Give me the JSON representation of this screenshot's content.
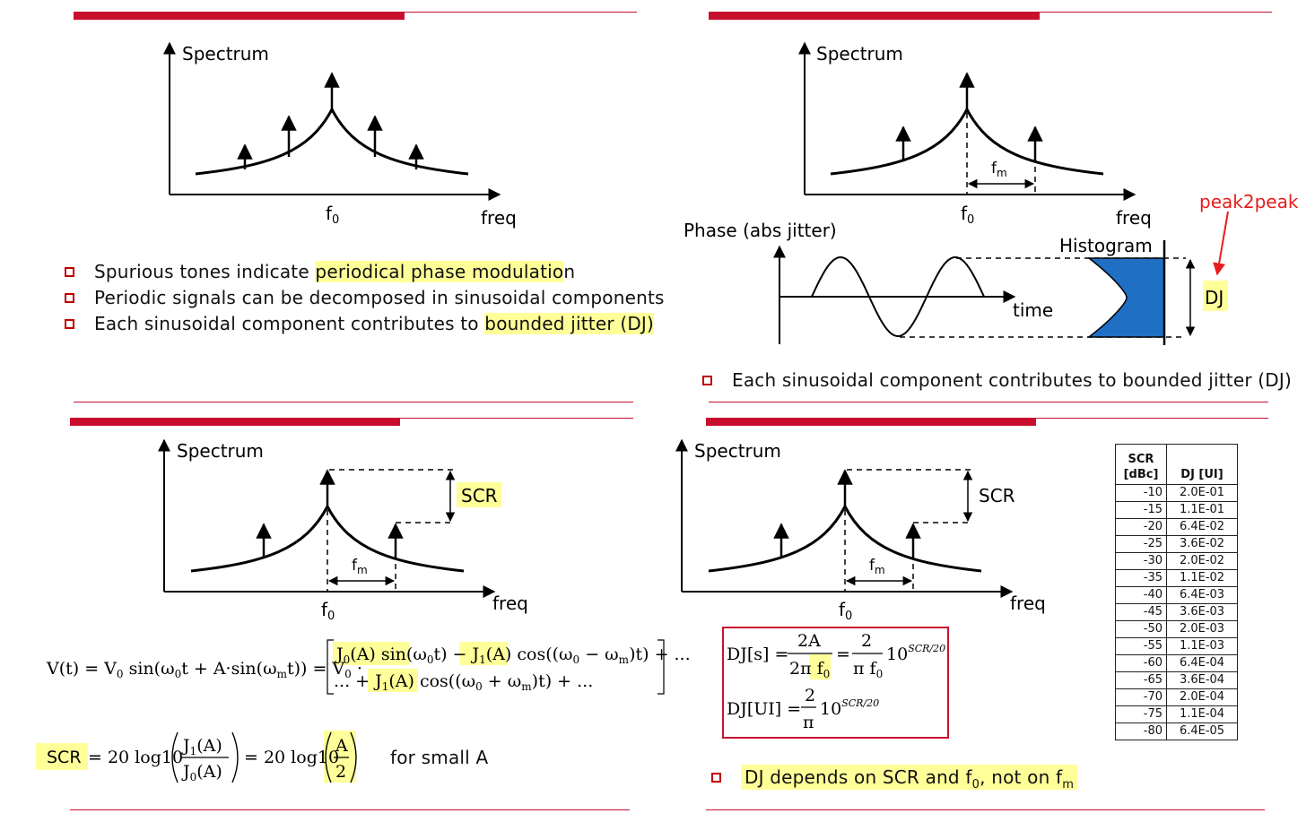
{
  "colors": {
    "accent": "#c8102e",
    "highlight": "#ffff99",
    "histogram": "#1f6fc5",
    "peak2peak": "#e81c1c",
    "box_border": "#c00000"
  },
  "panel_tl": {
    "ylabel": "Spectrum",
    "xlabel": "freq",
    "f0_main": "f",
    "f0_sub": "0",
    "bullets": [
      {
        "pre": "Spurious tones indicate ",
        "hl": "periodical phase modulatio",
        "post": "n"
      },
      {
        "pre": "Periodic signals can be decomposed in sinusoidal components",
        "hl": "",
        "post": ""
      },
      {
        "pre": "Each sinusoidal component contributes to ",
        "hl": "bounded jitter (DJ)",
        "post": ""
      }
    ]
  },
  "panel_tr": {
    "ylabel": "Spectrum",
    "xlabel": "freq",
    "f0_main": "f",
    "f0_sub": "0",
    "fm_main": "f",
    "fm_sub": "m",
    "phase_label": "Phase (abs jitter)",
    "time_label": "time",
    "histogram_label": "Histogram",
    "dj_label": "DJ",
    "peak_label": "peak2peak",
    "bullet": "Each sinusoidal component contributes to bounded jitter (DJ)"
  },
  "panel_bl": {
    "ylabel": "Spectrum",
    "xlabel": "freq",
    "f0_main": "f",
    "f0_sub": "0",
    "fm_main": "f",
    "fm_sub": "m",
    "scr_label": "SCR",
    "scr_word": "SCR",
    "small_a": "for small A"
  },
  "panel_br": {
    "ylabel": "Spectrum",
    "xlabel": "freq",
    "f0_main": "f",
    "f0_sub": "0",
    "fm_main": "f",
    "fm_sub": "m",
    "scr_label": "SCR",
    "bullet": {
      "pre": "DJ depends on SCR and f",
      "sub1": "0",
      "mid": ", not on f",
      "sub2": "m"
    }
  },
  "table": {
    "header": {
      "scr": "SCR",
      "scr_unit": "[dBc]",
      "dj": "DJ [UI]"
    },
    "rows": [
      {
        "scr": "-10",
        "dj": "2.0E-01"
      },
      {
        "scr": "-15",
        "dj": "1.1E-01"
      },
      {
        "scr": "-20",
        "dj": "6.4E-02"
      },
      {
        "scr": "-25",
        "dj": "3.6E-02"
      },
      {
        "scr": "-30",
        "dj": "2.0E-02"
      },
      {
        "scr": "-35",
        "dj": "1.1E-02"
      },
      {
        "scr": "-40",
        "dj": "6.4E-03"
      },
      {
        "scr": "-45",
        "dj": "3.6E-03"
      },
      {
        "scr": "-50",
        "dj": "2.0E-03"
      },
      {
        "scr": "-55",
        "dj": "1.1E-03"
      },
      {
        "scr": "-60",
        "dj": "6.4E-04"
      },
      {
        "scr": "-65",
        "dj": "3.6E-04"
      },
      {
        "scr": "-70",
        "dj": "2.0E-04"
      },
      {
        "scr": "-75",
        "dj": "1.1E-04"
      },
      {
        "scr": "-80",
        "dj": "6.4E-05"
      }
    ]
  }
}
